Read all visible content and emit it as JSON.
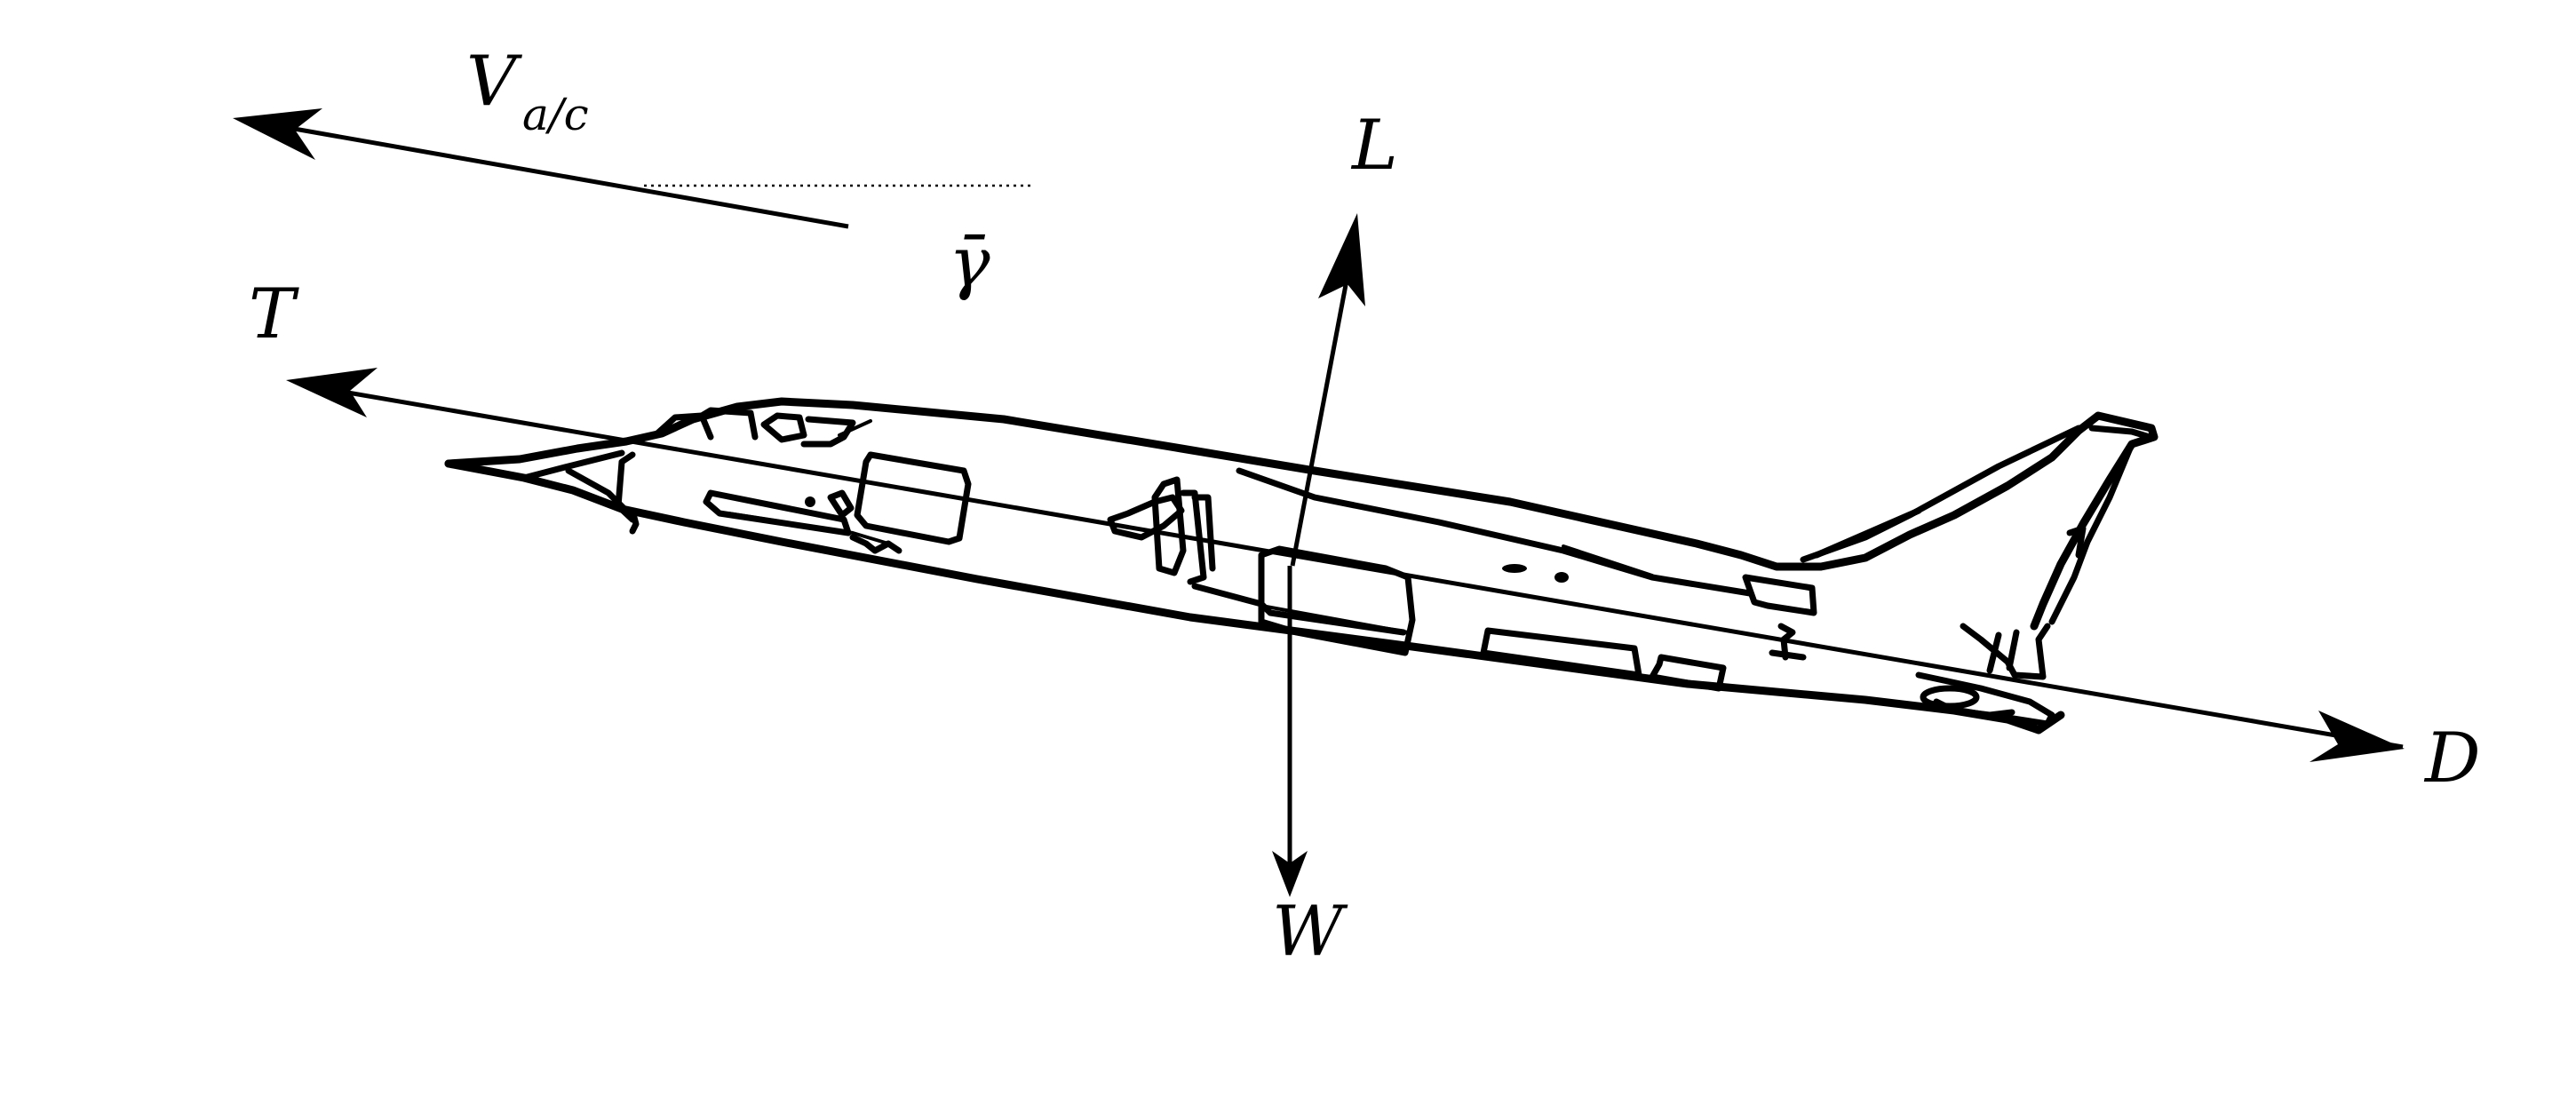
{
  "labels": {
    "velocity": "V",
    "velocity_subscript": "a/c",
    "flight_path_angle": "γ̄",
    "thrust": "T",
    "lift": "L",
    "drag": "D",
    "weight": "W"
  }
}
